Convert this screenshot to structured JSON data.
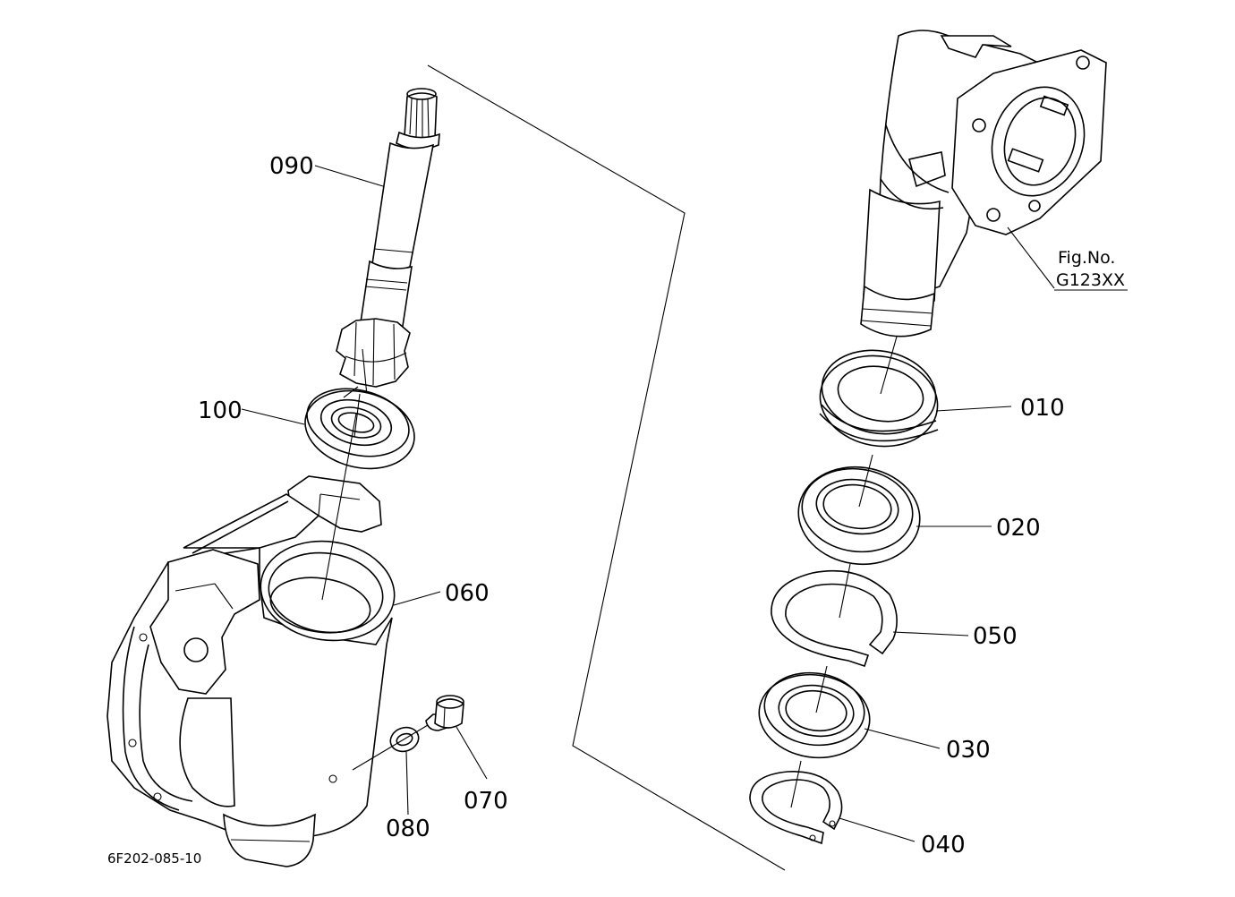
{
  "diagram": {
    "parts": [
      {
        "id": "p010",
        "label": "010"
      },
      {
        "id": "p020",
        "label": "020"
      },
      {
        "id": "p030",
        "label": "030"
      },
      {
        "id": "p040",
        "label": "040"
      },
      {
        "id": "p050",
        "label": "050"
      },
      {
        "id": "p060",
        "label": "060"
      },
      {
        "id": "p070",
        "label": "070"
      },
      {
        "id": "p080",
        "label": "080"
      },
      {
        "id": "p090",
        "label": "090"
      },
      {
        "id": "p100",
        "label": "100"
      }
    ],
    "fig_reference": {
      "line1": "Fig.No.",
      "line2": "G123XX"
    },
    "drawing_code": "6F202-085-10"
  }
}
